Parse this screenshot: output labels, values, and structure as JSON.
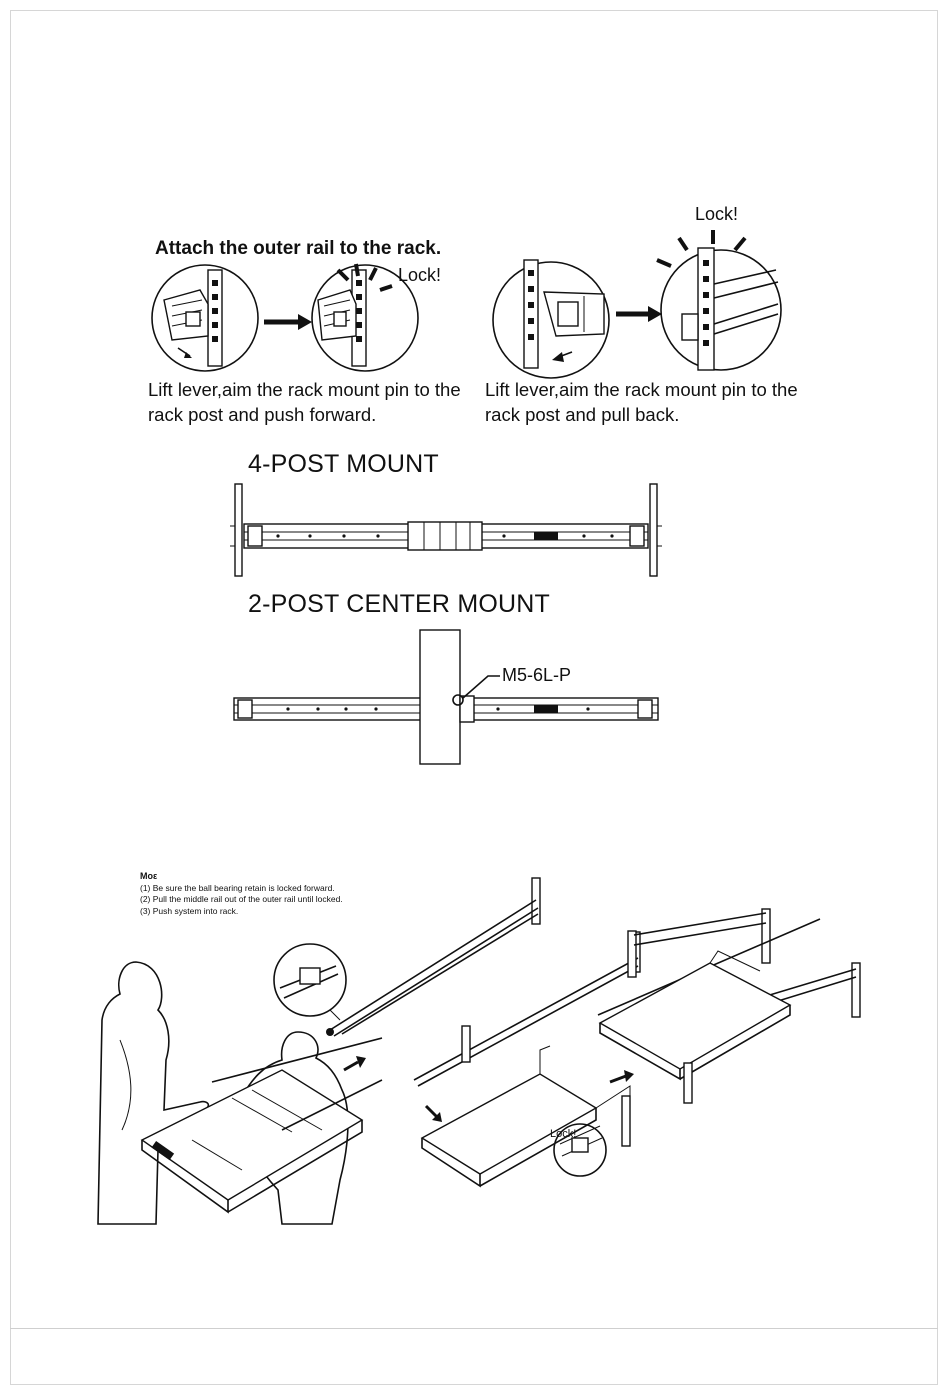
{
  "attach_section": {
    "heading": "Attach the outer rail to the rack.",
    "lock_left": "Lock!",
    "lock_right": "Lock!",
    "caption_left": "Lift lever,aim the rack mount pin to the rack post and push forward.",
    "caption_right": "Lift lever,aim the rack mount pin to the rack post and pull back."
  },
  "four_post": {
    "title": "4-POST MOUNT"
  },
  "two_post": {
    "title": "2-POST CENTER MOUNT",
    "pin_label": "M5-6L-P"
  },
  "install_section": {
    "note_title": "Moε",
    "steps": [
      "(1) Be sure the ball bearing retain is locked forward.",
      "(2) Pull the middle rail out of the outer rail until locked.",
      "(3) Push system into rack."
    ],
    "lock_label": "Lock!"
  }
}
